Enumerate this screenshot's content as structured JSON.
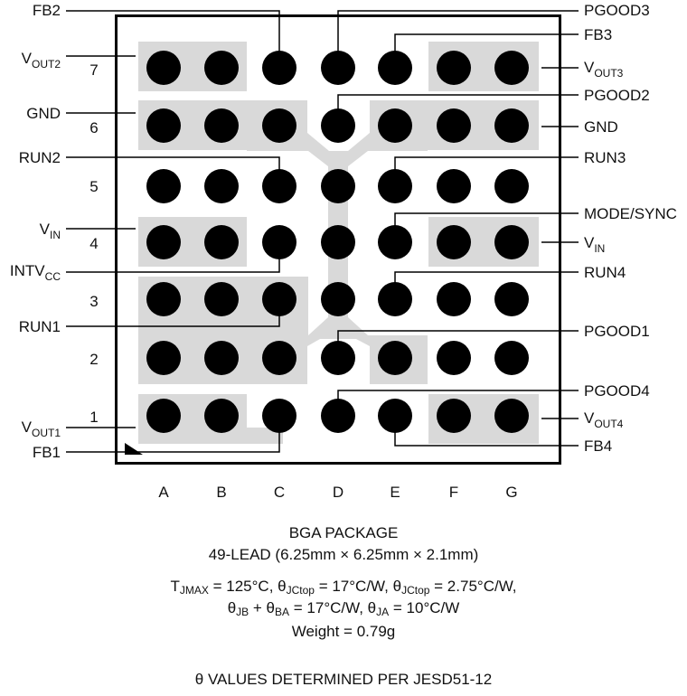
{
  "colors": {
    "ball": "#000000",
    "copper": "#d9d9d9",
    "outline": "#000000",
    "background": "#ffffff"
  },
  "columns": [
    "A",
    "B",
    "C",
    "D",
    "E",
    "F",
    "G"
  ],
  "rows": [
    "1",
    "2",
    "3",
    "4",
    "5",
    "6",
    "7"
  ],
  "pins": {
    "fb2": "FB2",
    "vout2": {
      "main": "V",
      "sub": "OUT2"
    },
    "gnd_left": "GND",
    "run2": "RUN2",
    "vin_left": {
      "main": "V",
      "sub": "IN"
    },
    "intvcc": {
      "main": "INTV",
      "sub": "CC"
    },
    "run1": "RUN1",
    "vout1": {
      "main": "V",
      "sub": "OUT1"
    },
    "fb1": "FB1",
    "pgood3": "PGOOD3",
    "fb3": "FB3",
    "vout3": {
      "main": "V",
      "sub": "OUT3"
    },
    "pgood2": "PGOOD2",
    "gnd_right": "GND",
    "run3": "RUN3",
    "mode_sync": "MODE/SYNC",
    "vin_right": {
      "main": "V",
      "sub": "IN"
    },
    "run4": "RUN4",
    "pgood1": "PGOOD1",
    "pgood4": "PGOOD4",
    "vout4": {
      "main": "V",
      "sub": "OUT4"
    },
    "fb4": "FB4"
  },
  "caption": {
    "package": "BGA PACKAGE",
    "lead": "49-LEAD (6.25mm × 6.25mm × 2.1mm)",
    "tj_t": "T",
    "tj_sub": "JMAX",
    "tj_rest": " = 125°C, ",
    "theta": "θ",
    "jctop1_sub": "JCtop",
    "jctop1_val": " = 17°C/W, ",
    "jctop2_sub": "JCtop",
    "jctop2_val": " = 2.75°C/W,",
    "jb_sub": "JB",
    "plus": " + ",
    "ba_sub": "BA",
    "ba_val": " = 17°C/W, ",
    "ja_sub": "JA",
    "ja_val": " = 10°C/W",
    "weight": "Weight = 0.79g",
    "note": "θ VALUES DETERMINED PER JESD51-12"
  }
}
